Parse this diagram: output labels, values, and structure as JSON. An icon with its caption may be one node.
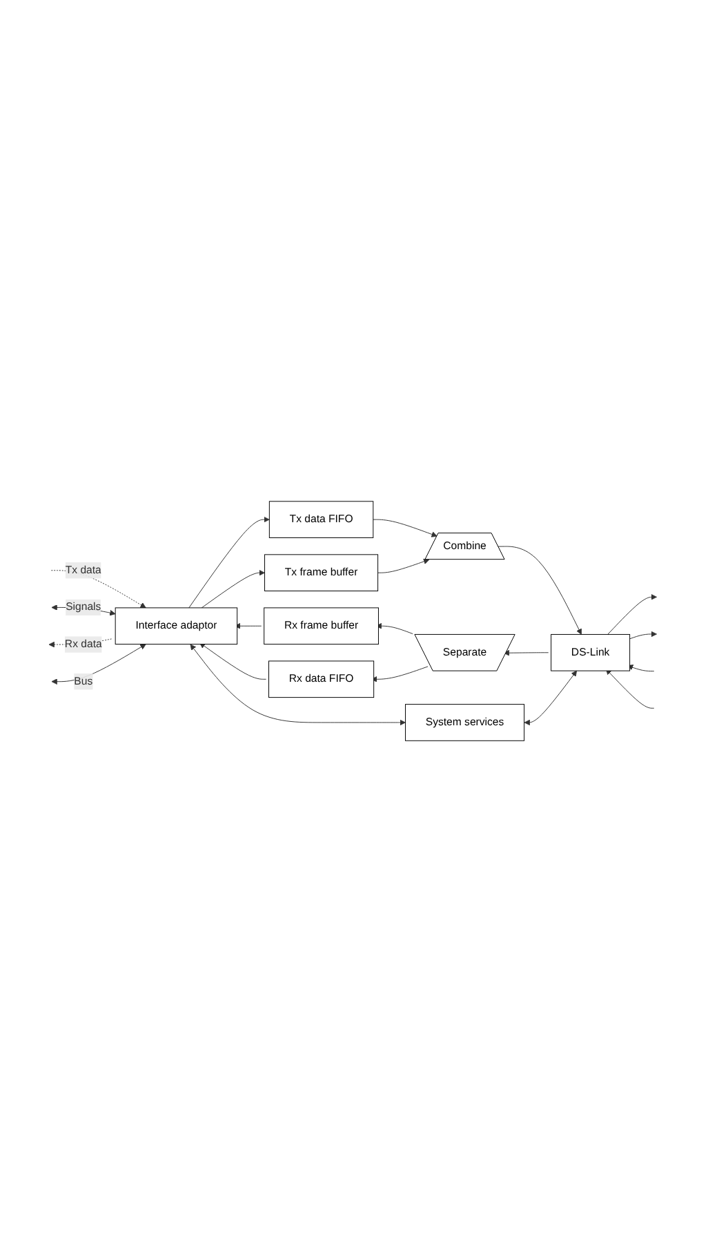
{
  "diagram": {
    "nodes": [
      {
        "text": [
          "Interface adaptor"
        ]
      },
      {
        "text": [
          "Tx data FIFO"
        ]
      },
      {
        "text": [
          "Tx frame buffer"
        ]
      },
      {
        "text": [
          "Combine"
        ]
      },
      {
        "text": [
          "Rx frame buffer"
        ]
      },
      {
        "text": [
          "Rx data FIFO"
        ]
      },
      {
        "text": [
          "Separate"
        ]
      },
      {
        "text": [
          "DS-Link"
        ]
      },
      {
        "text": [
          "System services"
        ]
      }
    ],
    "edges": [
      {
        "from": null,
        "to": 0,
        "arrow": "to",
        "label": "Tx data",
        "style": "dashed"
      },
      {
        "from": null,
        "to": 0,
        "arrow": "both",
        "label": "Signals"
      },
      {
        "from": 0,
        "to": null,
        "arrow": "to",
        "label": "Rx data",
        "style": "dashed"
      },
      {
        "from": null,
        "to": 0,
        "arrow": "both",
        "label": "Bus"
      },
      {
        "from": 0,
        "to": 1,
        "arrow": "to"
      },
      {
        "from": 0,
        "to": 2,
        "arrow": "to"
      },
      {
        "from": 1,
        "to": 3,
        "arrow": "to"
      },
      {
        "from": 2,
        "to": 3,
        "arrow": "to"
      },
      {
        "from": 3,
        "to": 7,
        "arrow": "to"
      },
      {
        "from": 4,
        "to": 0,
        "arrow": "to"
      },
      {
        "from": 5,
        "to": 0,
        "arrow": "to"
      },
      {
        "from": 6,
        "to": 4,
        "arrow": "to"
      },
      {
        "from": 6,
        "to": 5,
        "arrow": "to"
      },
      {
        "from": 7,
        "to": 6,
        "arrow": "to"
      },
      {
        "from": 7,
        "to": null,
        "arrow": "to"
      },
      {
        "from": 7,
        "to": null,
        "arrow": "to"
      },
      {
        "from": null,
        "to": 7,
        "arrow": "to"
      },
      {
        "from": null,
        "to": 7,
        "arrow": "to"
      },
      {
        "from": 0,
        "to": 8,
        "arrow": "both"
      },
      {
        "from": 7,
        "to": 8,
        "arrow": "both"
      }
    ]
  }
}
